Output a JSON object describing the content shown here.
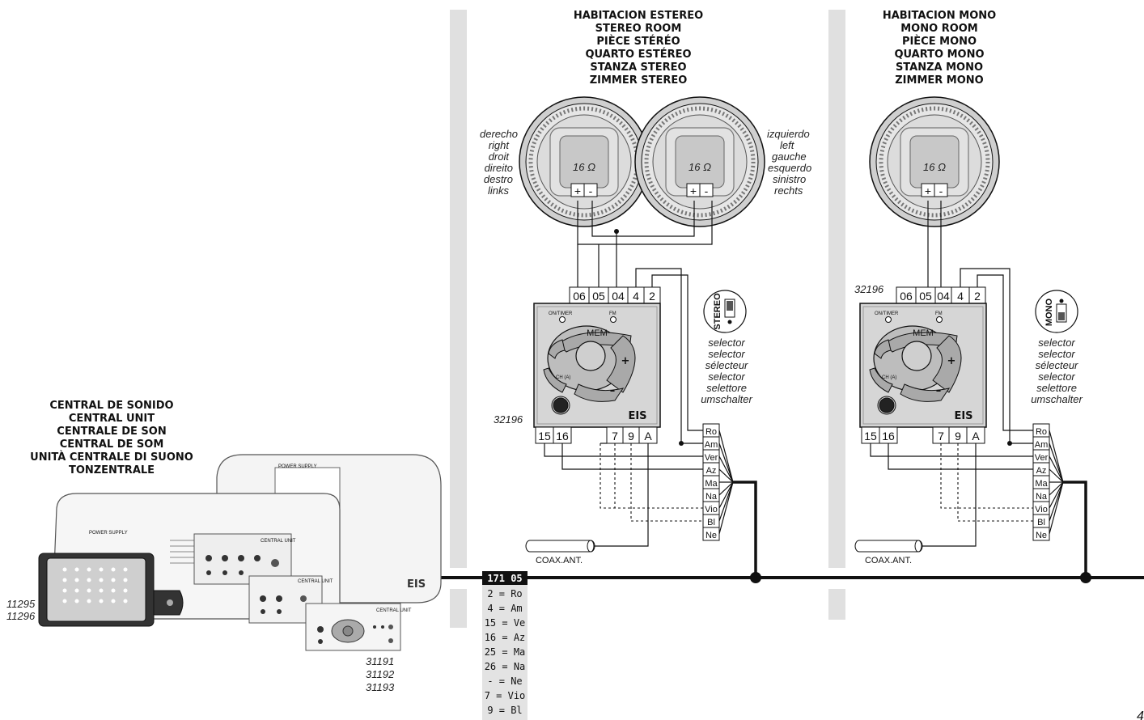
{
  "central": {
    "title_lines": [
      "CENTRAL  DE SONIDO",
      "CENTRAL UNIT",
      "CENTRALE DE SON",
      "CENTRAL DE SOM",
      "UNITÀ CENTRALE DI SUONO",
      "TONZENTRALE"
    ],
    "codes_left": [
      "11295",
      "11296"
    ],
    "codes_right": [
      "31191",
      "31192",
      "31193"
    ],
    "power_supply_label": "POWER SUPPLY",
    "central_unit_label": "CENTRAL UNIT",
    "brand": "EIS"
  },
  "stereo_room": {
    "title_lines": [
      "HABITACION ESTEREO",
      "STEREO ROOM",
      "PIÈCE STÉRÉO",
      "QUARTO ESTÉREO",
      "STANZA STEREO",
      "ZIMMER STEREO"
    ],
    "right_label_lines": [
      "derecho",
      "right",
      "droit",
      "direito",
      "destro",
      "links"
    ],
    "left_label_lines": [
      "izquierdo",
      "left",
      "gauche",
      "esquerdo",
      "sinistro",
      "rechts"
    ],
    "selector_tag": "STEREO",
    "model_code": "32196"
  },
  "mono_room": {
    "title_lines": [
      "HABITACION MONO",
      "MONO ROOM",
      "PIÈCE MONO",
      "QUARTO MONO",
      "STANZA MONO",
      "ZIMMER MONO"
    ],
    "selector_tag": "MONO",
    "model_code": "32196"
  },
  "speaker": {
    "impedance": "16 Ω",
    "plus": "+",
    "minus": "-"
  },
  "module": {
    "top_terminals": [
      "06",
      "05",
      "04",
      "4",
      "2"
    ],
    "bottom_terminals": [
      "15",
      "16",
      "7",
      "9",
      "A"
    ],
    "on_timer_label": "ON/TIMER",
    "fm_label": "FM",
    "mem_label": "MEM",
    "plus_label": "+",
    "minus_label": "–",
    "ch_label": "CH (A)",
    "brand": "EIS"
  },
  "selector_lines": [
    "selector",
    "selector",
    "sélecteur",
    "selector",
    "selettore",
    "umschalter"
  ],
  "wire_colors": [
    "Ro",
    "Am",
    "Ver",
    "Az",
    "Ma",
    "Na",
    "Vio",
    "Bl",
    "Ne"
  ],
  "coax_label": "COAX.ANT.",
  "cable": {
    "code": "171 05",
    "legend": [
      "2 = Ro",
      "4 = Am",
      "15 = Ve",
      "16 = Az",
      "25 = Ma",
      "26 = Na",
      "- = Ne",
      "7 = Vio",
      "9 = Bl"
    ]
  },
  "page_number": "4"
}
